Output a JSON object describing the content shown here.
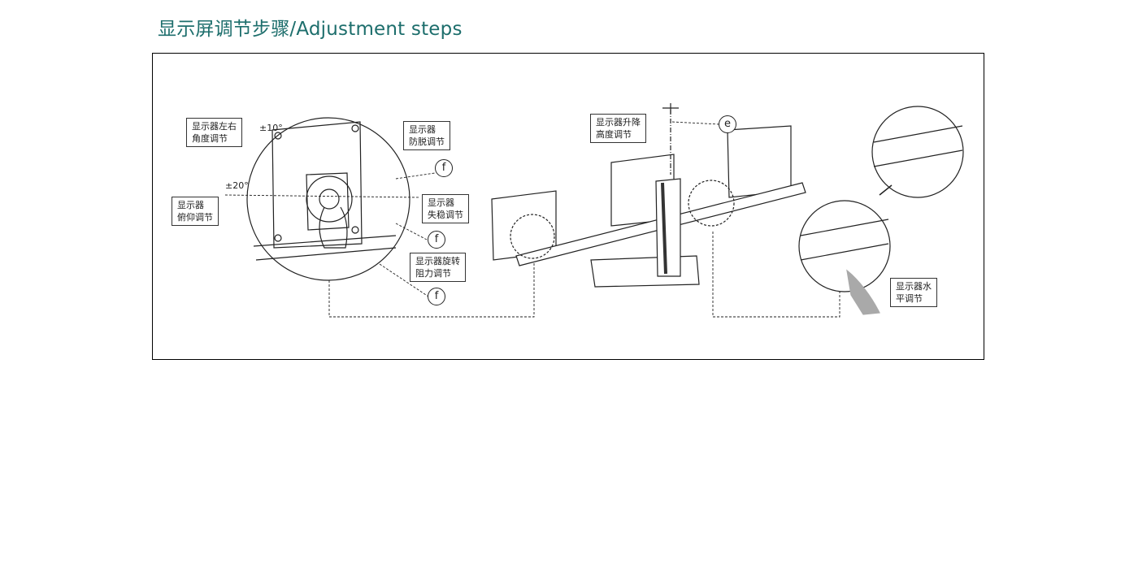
{
  "title": "显示屏调节步骤/Adjustment steps",
  "labels": {
    "lr_angle": [
      "显示器左右",
      "角度调节"
    ],
    "tilt": [
      "显示器",
      "俯仰调节"
    ],
    "anti_detach": [
      "显示器",
      "防脱调节"
    ],
    "stability": [
      "显示器",
      "失稳调节"
    ],
    "rotation": [
      "显示器旋转",
      "阻力调节"
    ],
    "height": [
      "显示器升降",
      "高度调节"
    ],
    "horizontal": [
      "显示器水",
      "平调节"
    ]
  },
  "angles": {
    "lr": "±10°",
    "tilt": "±20°"
  },
  "callouts": {
    "f": "f",
    "e": "e"
  },
  "colors": {
    "title": "#1d6e6c",
    "hand": "#a9a9a9"
  }
}
